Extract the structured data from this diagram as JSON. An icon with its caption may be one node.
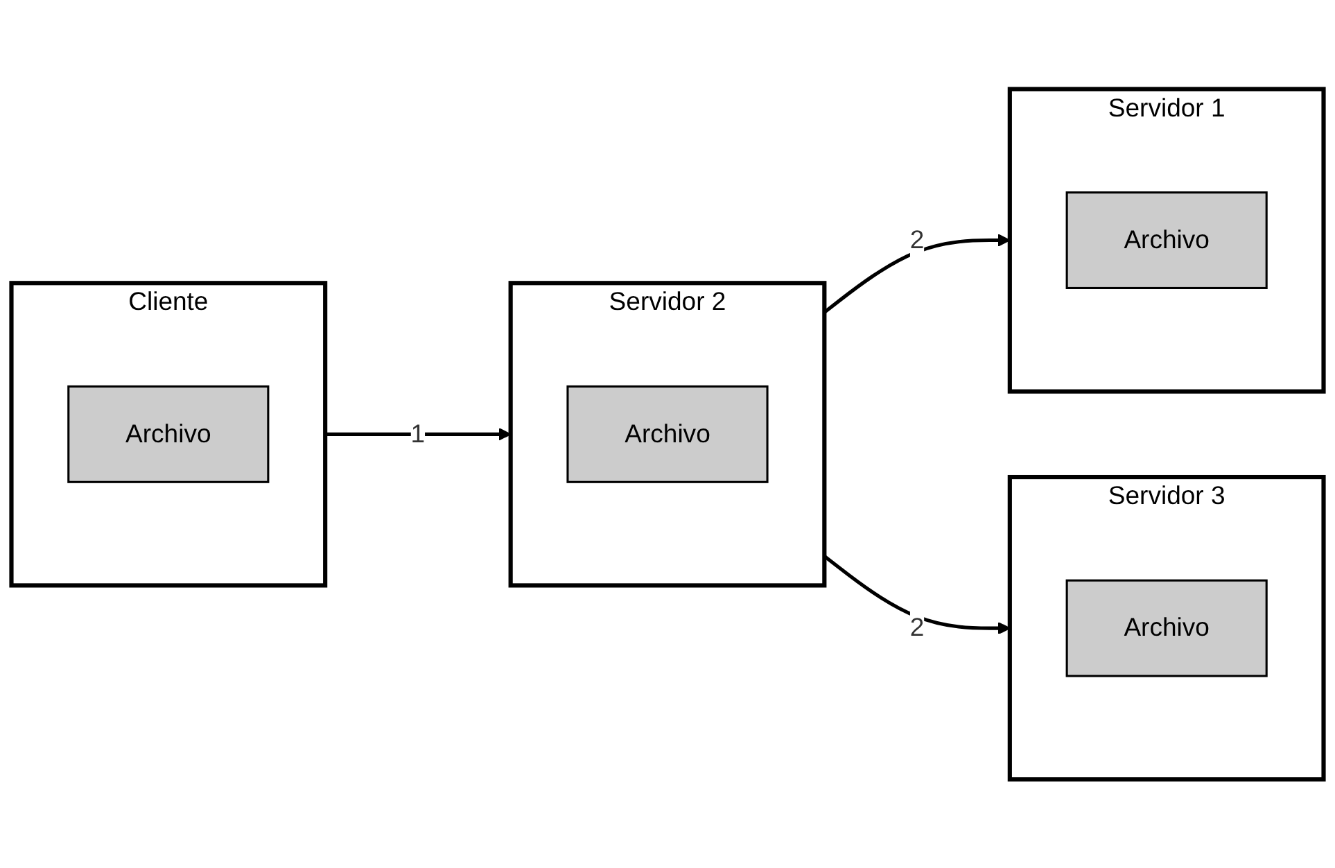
{
  "diagram": {
    "nodes": [
      {
        "text": [
          "Servidor 1"
        ]
      },
      {
        "text": [
          "Archivo"
        ],
        "in": 0
      },
      {
        "text": [
          "Cliente"
        ]
      },
      {
        "text": [
          "Archivo"
        ],
        "in": 2
      },
      {
        "text": [
          "Servidor 2"
        ]
      },
      {
        "text": [
          "Archivo"
        ],
        "in": 4
      },
      {
        "text": [
          "Servidor 3"
        ]
      },
      {
        "text": [
          "Archivo"
        ],
        "in": 6
      }
    ],
    "edges": [
      {
        "from": 2,
        "to": 4,
        "arrow": "to",
        "label": "1"
      },
      {
        "from": 4,
        "to": 0,
        "arrow": "to",
        "label": "2"
      },
      {
        "from": 4,
        "to": 6,
        "arrow": "to",
        "label": "2"
      }
    ]
  }
}
